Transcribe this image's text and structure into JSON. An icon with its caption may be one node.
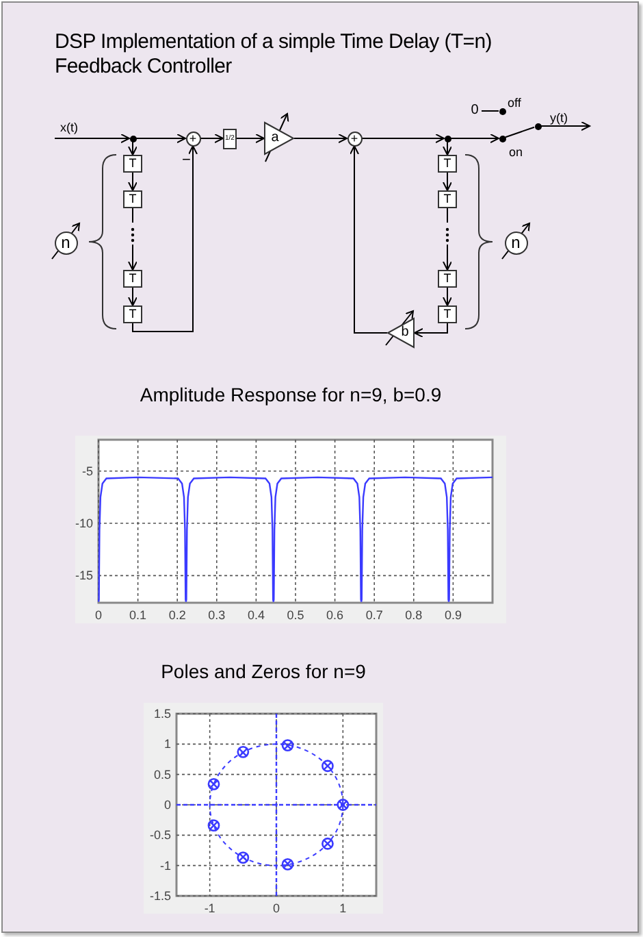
{
  "diagram": {
    "title": "DSP Implementation  of a simple Time Delay (T=n) Feedback Controller",
    "nodes": [
      {
        "text": [],
        "shape": "circle"
      },
      {
        "text": [
          "T"
        ]
      },
      {
        "text": [
          "T"
        ]
      },
      {
        "text": [
          "T"
        ]
      },
      {
        "text": [
          "T"
        ]
      },
      {
        "text": [
          "+"
        ]
      },
      {
        "text": [
          "1/2"
        ]
      },
      {
        "text": [
          "a"
        ]
      },
      {
        "text": [
          "+"
        ]
      },
      {
        "text": [],
        "shape": "circle"
      },
      {
        "text": [
          "T"
        ]
      },
      {
        "text": [
          "T"
        ]
      },
      {
        "text": [
          "T"
        ]
      },
      {
        "text": [
          "T"
        ]
      },
      {
        "text": [
          "b"
        ]
      },
      {
        "text": [],
        "shape": "circle",
        "beside": [
          "on"
        ]
      },
      {
        "text": [],
        "shape": "circle",
        "beside": [
          "off"
        ]
      },
      {
        "text": [
          "0"
        ]
      },
      {
        "text": [],
        "shape": "circle"
      },
      {
        "text": [
          "n"
        ]
      },
      {
        "text": [
          "n"
        ]
      }
    ],
    "edges": [
      {
        "from": null,
        "to": 0,
        "arrow": "to",
        "label": "x(t)"
      },
      {
        "from": 0,
        "to": 5,
        "arrow": "to"
      },
      {
        "from": 0,
        "to": 1,
        "arrow": "to"
      },
      {
        "from": 1,
        "to": 2,
        "arrow": "to"
      },
      {
        "from": 2,
        "to": 3,
        "arrow": "to"
      },
      {
        "from": 3,
        "to": 4,
        "arrow": "to"
      },
      {
        "from": 4,
        "to": 5,
        "arrow": "to"
      },
      {
        "from": 5,
        "to": 6,
        "arrow": "to"
      },
      {
        "from": 6,
        "to": 7,
        "arrow": "to"
      },
      {
        "from": 7,
        "to": 8,
        "arrow": "to"
      },
      {
        "from": 8,
        "to": 9,
        "arrow": "to"
      },
      {
        "from": 9,
        "to": 15,
        "arrow": "to"
      },
      {
        "from": 9,
        "to": 10,
        "arrow": "to"
      },
      {
        "from": 10,
        "to": 11,
        "arrow": "to"
      },
      {
        "from": 11,
        "to": 12,
        "arrow": "to"
      },
      {
        "from": 12,
        "to": 13,
        "arrow": "to"
      },
      {
        "from": 13,
        "to": 14,
        "arrow": "to"
      },
      {
        "from": 14,
        "to": 8,
        "arrow": "to"
      },
      {
        "from": 17,
        "to": 16,
        "arrow": "none"
      },
      {
        "from": 15,
        "to": 18,
        "arrow": "none"
      },
      {
        "from": 18,
        "to": null,
        "arrow": "to",
        "label": "y(t)"
      }
    ],
    "labels": [
      "−"
    ],
    "chart_data": [
      {
        "type": "line",
        "title": "Amplitude Response for n=9, b=0.9",
        "xlim": [
          0,
          1
        ],
        "ylim": [
          -17.6,
          -2
        ],
        "xticks": [
          0,
          0.1,
          0.2,
          0.3,
          0.4,
          0.5,
          0.6,
          0.7,
          0.8,
          0.9
        ],
        "yticks": [
          -15,
          -10,
          -5
        ],
        "x": [
          0,
          0.001,
          0.0025,
          0.005,
          0.01,
          0.02,
          0.1,
          0.202,
          0.212,
          0.217,
          0.2195,
          0.221,
          0.222,
          0.223,
          0.2245,
          0.227,
          0.232,
          0.242,
          0.333,
          0.424,
          0.434,
          0.439,
          0.4415,
          0.443,
          0.444,
          0.445,
          0.4465,
          0.449,
          0.454,
          0.464,
          0.556,
          0.647,
          0.657,
          0.662,
          0.6645,
          0.666,
          0.667,
          0.668,
          0.6695,
          0.672,
          0.677,
          0.687,
          0.778,
          0.869,
          0.879,
          0.884,
          0.8865,
          0.888,
          0.889,
          0.89,
          0.8915,
          0.894,
          0.899,
          0.909,
          1
        ],
        "grid": true,
        "series": [
          {
            "color": "#3a3aff",
            "values": [
              -17.5,
              -17.3,
              -10.6,
              -7.5,
              -6.2,
              -5.7,
              -5.6,
              -5.7,
              -6.2,
              -7.5,
              -10.6,
              -17.3,
              -17.5,
              -17.3,
              -10.6,
              -7.5,
              -6.2,
              -5.7,
              -5.6,
              -5.7,
              -6.2,
              -7.5,
              -10.6,
              -17.3,
              -17.5,
              -17.3,
              -10.6,
              -7.5,
              -6.2,
              -5.7,
              -5.6,
              -5.7,
              -6.2,
              -7.5,
              -10.6,
              -17.3,
              -17.5,
              -17.3,
              -10.6,
              -7.5,
              -6.2,
              -5.7,
              -5.6,
              -5.7,
              -6.2,
              -7.5,
              -10.6,
              -17.3,
              -17.5,
              -17.3,
              -10.6,
              -7.5,
              -6.2,
              -5.7,
              -5.6
            ]
          }
        ]
      },
      {
        "type": "scatter",
        "title": "Poles and Zeros for n=9",
        "xlim": [
          -1.5,
          1.5
        ],
        "ylim": [
          -1.5,
          1.5
        ],
        "xticks": [
          -1,
          0,
          1
        ],
        "yticks": [
          -1.5,
          -1,
          -0.5,
          0,
          0.5,
          1,
          1.5
        ],
        "grid": true,
        "x": [
          1,
          0.77,
          0.17,
          -0.5,
          -0.94,
          -0.94,
          -0.5,
          0.17,
          0.77
        ],
        "series": [
          {
            "color": "#3a3aff",
            "values": [
              0,
              0.64,
              0.98,
              0.87,
              0.34,
              -0.34,
              -0.87,
              -0.98,
              -0.64
            ]
          },
          {
            "color": "#3a3aff",
            "values": [
              0,
              0.64,
              0.97,
              0.86,
              0.34,
              -0.34,
              -0.86,
              -0.97,
              -0.64
            ]
          }
        ]
      }
    ]
  }
}
